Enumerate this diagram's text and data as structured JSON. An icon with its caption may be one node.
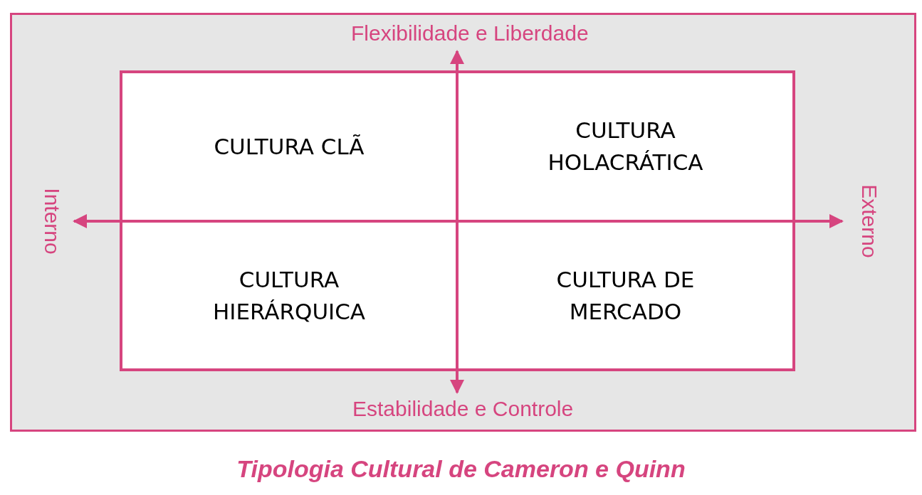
{
  "diagram": {
    "caption": "Tipologia Cultural de Cameron e Quinn",
    "nodes": [
      {
        "text": [
          "CULTURA CLÃ"
        ]
      },
      {
        "text": [
          "CULTURA HOLACRÁTICA"
        ]
      },
      {
        "text": [
          "CULTURA HIERÁRQUICA"
        ]
      },
      {
        "text": [
          "CULTURA DE MERCADO"
        ]
      }
    ],
    "labels": [
      "Flexibilidade e Liberdade",
      "Interno",
      "Externo",
      "Estabilidade e Controle"
    ]
  }
}
